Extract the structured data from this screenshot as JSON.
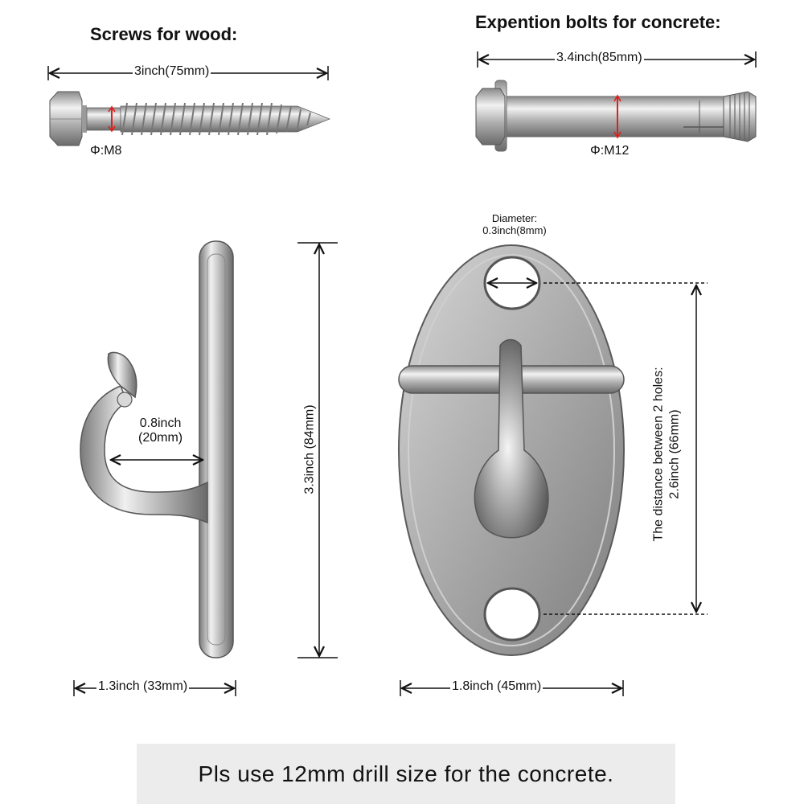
{
  "wood_screw": {
    "heading": "Screws for wood:",
    "length_label": "3inch(75mm)",
    "diameter_label": "Φ:M8"
  },
  "expansion_bolt": {
    "heading": "Expention bolts for concrete:",
    "length_label": "3.4inch(85mm)",
    "diameter_label": "Φ:M12"
  },
  "hook_side": {
    "opening_label_line1": "0.8inch",
    "opening_label_line2": "(20mm)",
    "height_label": "3.3inch (84mm)",
    "depth_label": "1.3inch (33mm)"
  },
  "hook_front": {
    "hole_label_line1": "Diameter:",
    "hole_label_line2": "0.3inch(8mm)",
    "distance_label_line1": "The distance between 2 holes:",
    "distance_label_line2": "2.6inch (66mm)",
    "width_label": "1.8inch (45mm)"
  },
  "note": "Pls use 12mm drill size for the concrete.",
  "colors": {
    "metal_light": "#e8e8e8",
    "metal_mid": "#b5b5b5",
    "metal_dark": "#6e6e6e",
    "accent_red": "#e0201c",
    "note_background": "#ececec"
  }
}
